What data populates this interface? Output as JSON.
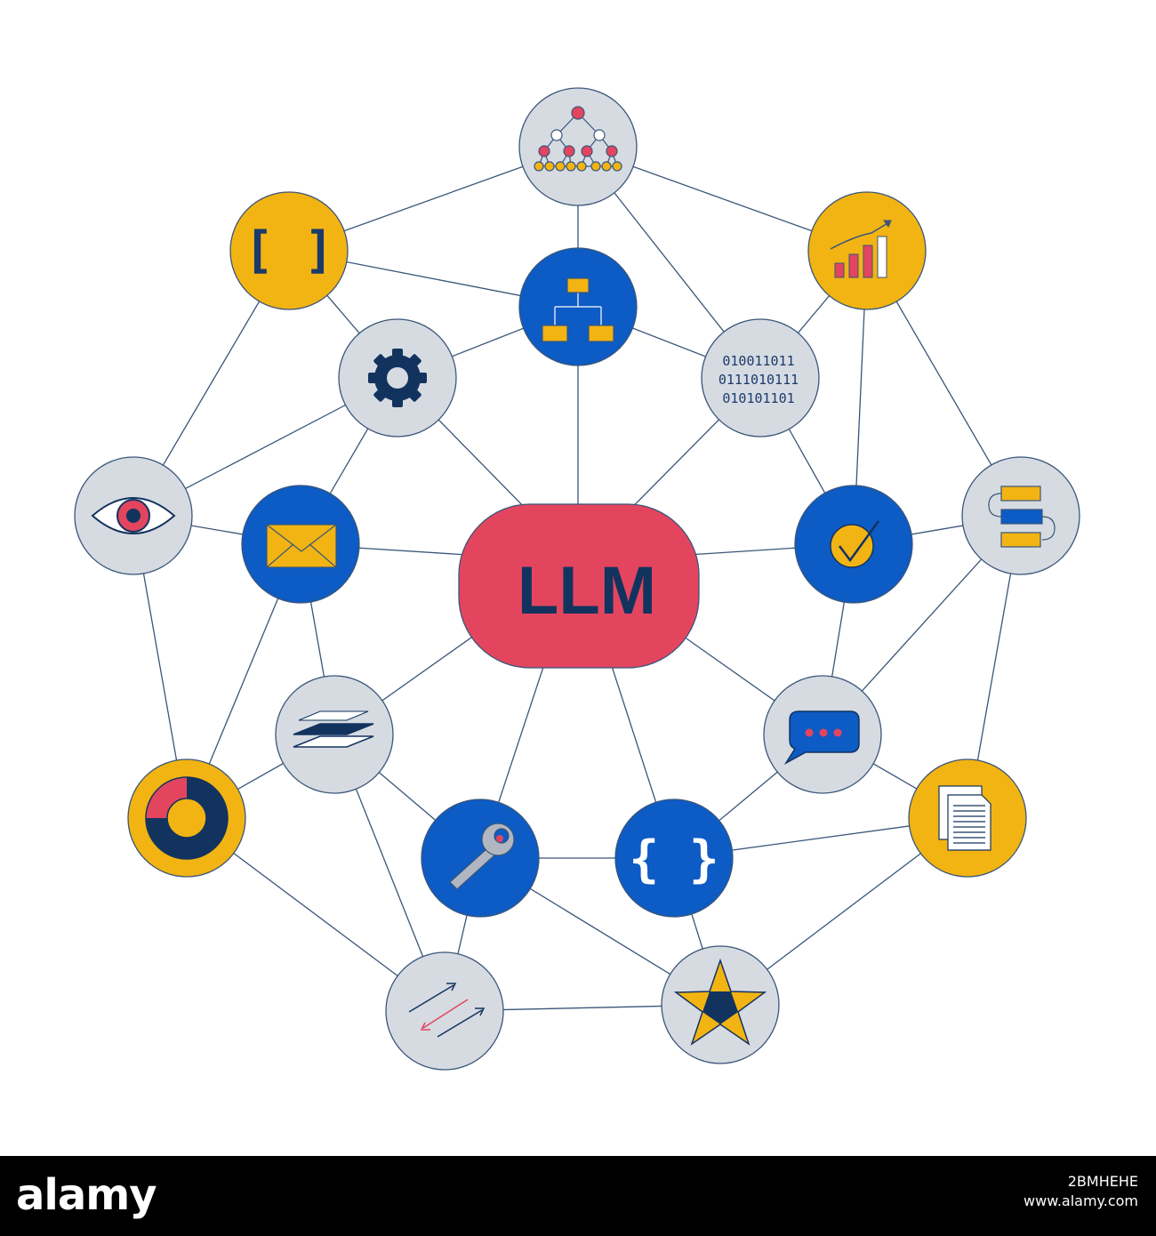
{
  "center": {
    "label": "LLM"
  },
  "binary_lines": [
    "010011011",
    "0111010111",
    "010101101"
  ],
  "brackets": "[ ]",
  "braces": "{ }",
  "colors": {
    "yellow": "#f2b413",
    "blue": "#0d5bc4",
    "gray": "#d6dbe2",
    "red": "#e3455f",
    "navy": "#13335f",
    "line": "#3a5679"
  },
  "footer": {
    "logo": "alamy",
    "image_id": "2BMHEHE",
    "site": "www.alamy.com"
  }
}
